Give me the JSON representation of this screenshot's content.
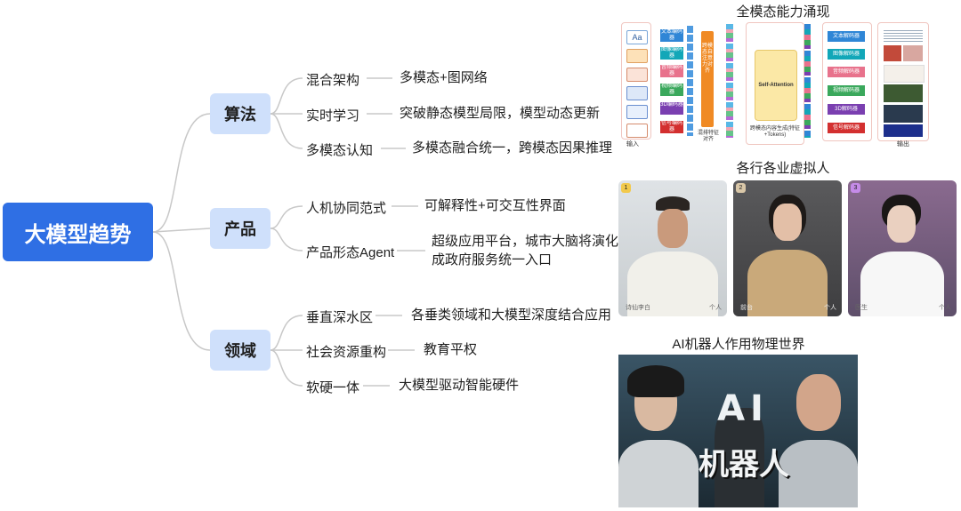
{
  "root": {
    "label": "大模型趋势"
  },
  "branches": [
    {
      "label": "算法",
      "items": [
        {
          "leaf": "混合架构",
          "desc": "多模态+图网络"
        },
        {
          "leaf": "实时学习",
          "desc": "突破静态模型局限，模型动态更新"
        },
        {
          "leaf": "多模态认知",
          "desc": "多模态融合统一，跨模态因果推理"
        }
      ]
    },
    {
      "label": "产品",
      "items": [
        {
          "leaf": "人机协同范式",
          "desc": "可解释性+可交互性界面"
        },
        {
          "leaf": "产品形态Agent",
          "desc": "超级应用平台，城市大脑将演化",
          "desc2": "成政府服务统一入口"
        }
      ]
    },
    {
      "label": "领域",
      "items": [
        {
          "leaf": "垂直深水区",
          "desc": "各垂类领域和大模型深度结合应用"
        },
        {
          "leaf": "社会资源重构",
          "desc": "教育平权"
        },
        {
          "leaf": "软硬一体",
          "desc": "大模型驱动智能硬件"
        }
      ]
    }
  ],
  "panels": {
    "multimodal": {
      "title": "全模态能力涌现",
      "input_label": "输入",
      "input_icons": [
        "Aa",
        "image",
        "audio",
        "video",
        "3d",
        "signal"
      ],
      "encoders": [
        "文本编码器",
        "图像编码器",
        "音频编码器",
        "视频编码器",
        "3D编码器",
        "信号编码器"
      ],
      "align_label": "跨模态自注意力对齐",
      "mix_label": "混排特征对齐",
      "attention_label": "Self-Attention",
      "generate_label": "跨模态内容生成(特征+Tokens)",
      "decoders": [
        "文本解码器",
        "图像解码器",
        "音频解码器",
        "视频解码器",
        "3D解码器",
        "信号解码器"
      ],
      "output_label": "输出",
      "colors": {
        "encoder_blue": "#2f86d6",
        "encoder_teal": "#12a7b8",
        "encoder_pink": "#e8728c",
        "encoder_green": "#3aa85c",
        "encoder_purple": "#7a3fb0",
        "encoder_red": "#d32f2f",
        "align_orange": "#f08a24",
        "attention_yellow": "#fbe8a6"
      }
    },
    "virtual_humans": {
      "title": "各行各业虚拟人",
      "people": [
        {
          "badge": "1",
          "name": "诗仙李白",
          "tag": "个人",
          "badge_color": "#f2c94c"
        },
        {
          "badge": "2",
          "name": "前台",
          "tag": "个人",
          "badge_color": "#d9c7a8"
        },
        {
          "badge": "3",
          "name": "医生",
          "tag": "个人",
          "badge_color": "#c58be8"
        }
      ]
    },
    "robots": {
      "title": "AI机器人作用物理世界",
      "overlay_text": "机器人",
      "overlay_ai": "AI"
    }
  }
}
